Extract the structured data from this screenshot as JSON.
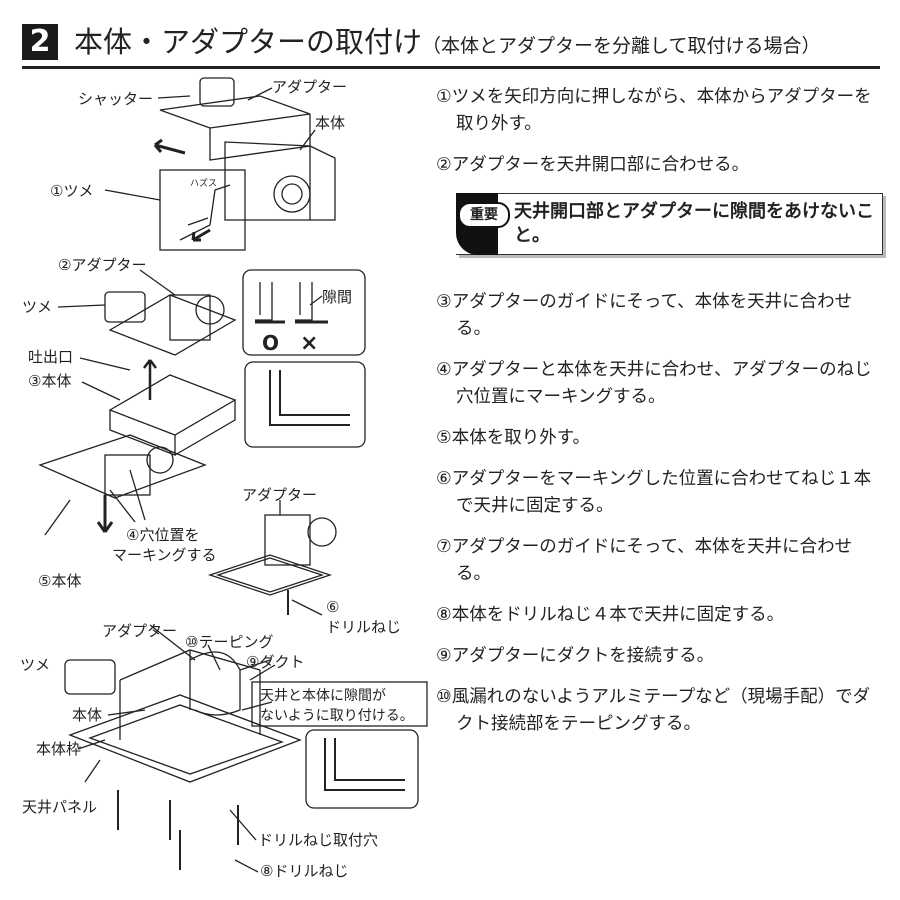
{
  "header": {
    "number": "2",
    "title": "本体・アダプターの取付け",
    "subtitle": "（本体とアダプターを分離して取付ける場合）"
  },
  "figure": {
    "labels": {
      "shutter": "シャッター",
      "adapter_top": "アダプター",
      "body_top": "本体",
      "tsume1": "①ツメ",
      "hazusu": "ハズス",
      "adapter2": "②アダプター",
      "tsume2": "ツメ",
      "gap": "隙間",
      "ok_mark": "O",
      "ng_mark": "×",
      "outlet": "吐出口",
      "body3": "③本体",
      "mark_hole_line1": "④穴位置を",
      "mark_hole_line2": "マーキングする",
      "body5": "⑤本体",
      "adapter6": "アダプター",
      "screw6_num": "⑥",
      "screw6": "ドリルねじ",
      "adapter_bottom": "アダプター",
      "taping": "⑩テーピング",
      "duct": "⑨ダクト",
      "note_line1": "天井と本体に隙間が",
      "note_line2": "ないように取り付ける。",
      "tsume3": "ツメ",
      "body_bottom": "本体",
      "body_frame": "本体枠",
      "ceiling_panel": "天井パネル",
      "screw_hole": "ドリルねじ取付穴",
      "screw8": "⑧ドリルねじ"
    }
  },
  "steps": [
    "①ツメを矢印方向に押しながら、本体からアダプターを取り外す。",
    "②アダプターを天井開口部に合わせる。",
    "③アダプターのガイドにそって、本体を天井に合わせる。",
    "④アダプターと本体を天井に合わせ、アダプターのねじ穴位置にマーキングする。",
    "⑤本体を取り外す。",
    "⑥アダプターをマーキングした位置に合わせてねじ１本で天井に固定する。",
    "⑦アダプターのガイドにそって、本体を天井に合わせる。",
    "⑧本体をドリルねじ４本で天井に固定する。",
    "⑨アダプターにダクトを接続する。",
    "⑩風漏れのないようアルミテープなど（現場手配）でダクト接続部をテーピングする。"
  ],
  "important": {
    "badge": "重要",
    "text": "天井開口部とアダプターに隙間をあけないこと。"
  }
}
